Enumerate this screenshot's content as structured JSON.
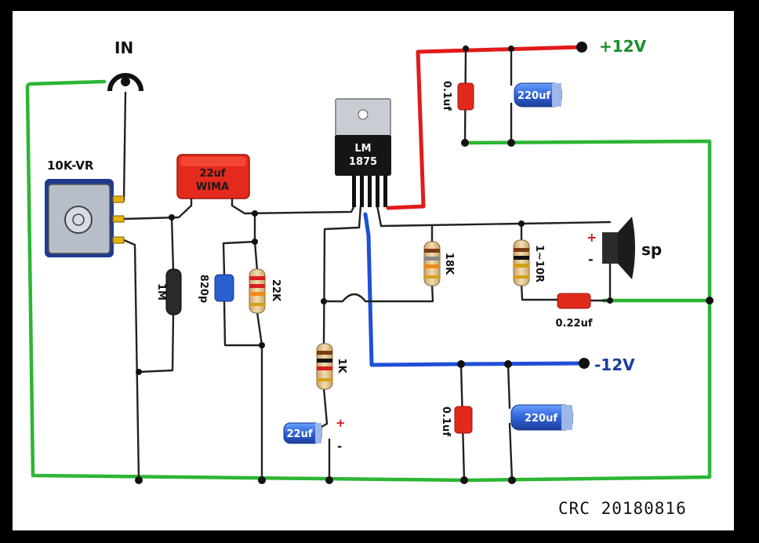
{
  "labels": {
    "input": "IN",
    "volume_pot": "10K-VR",
    "input_cap": "22uf",
    "input_cap_brand": "WIMA",
    "chip_line1": "LM",
    "chip_line2": "1875",
    "res_1m": "1M",
    "cap_820p": "820p",
    "res_22k": "22K",
    "res_1k": "1K",
    "cap_22uf_small": "22uf",
    "res_18k": "18K",
    "res_1_10r": "1~10R",
    "cap_022uf": "0.22uf",
    "speaker": "sp",
    "pos_supply": "+12V",
    "neg_supply": "-12V",
    "cap_01uf_top": "0.1uf",
    "cap_220uf_top": "220uf",
    "cap_01uf_bottom": "0.1uf",
    "cap_220uf_bottom": "220uf",
    "plus": "+",
    "minus": "-",
    "signature": "CRC 20180816"
  },
  "colors": {
    "ground": "#2db534",
    "positive_rail": "#e11b1b",
    "negative_rail": "#1f4fd6",
    "wire": "#222222",
    "pos_label": "#1a8f2a",
    "neg_label": "#1b3c9e"
  }
}
